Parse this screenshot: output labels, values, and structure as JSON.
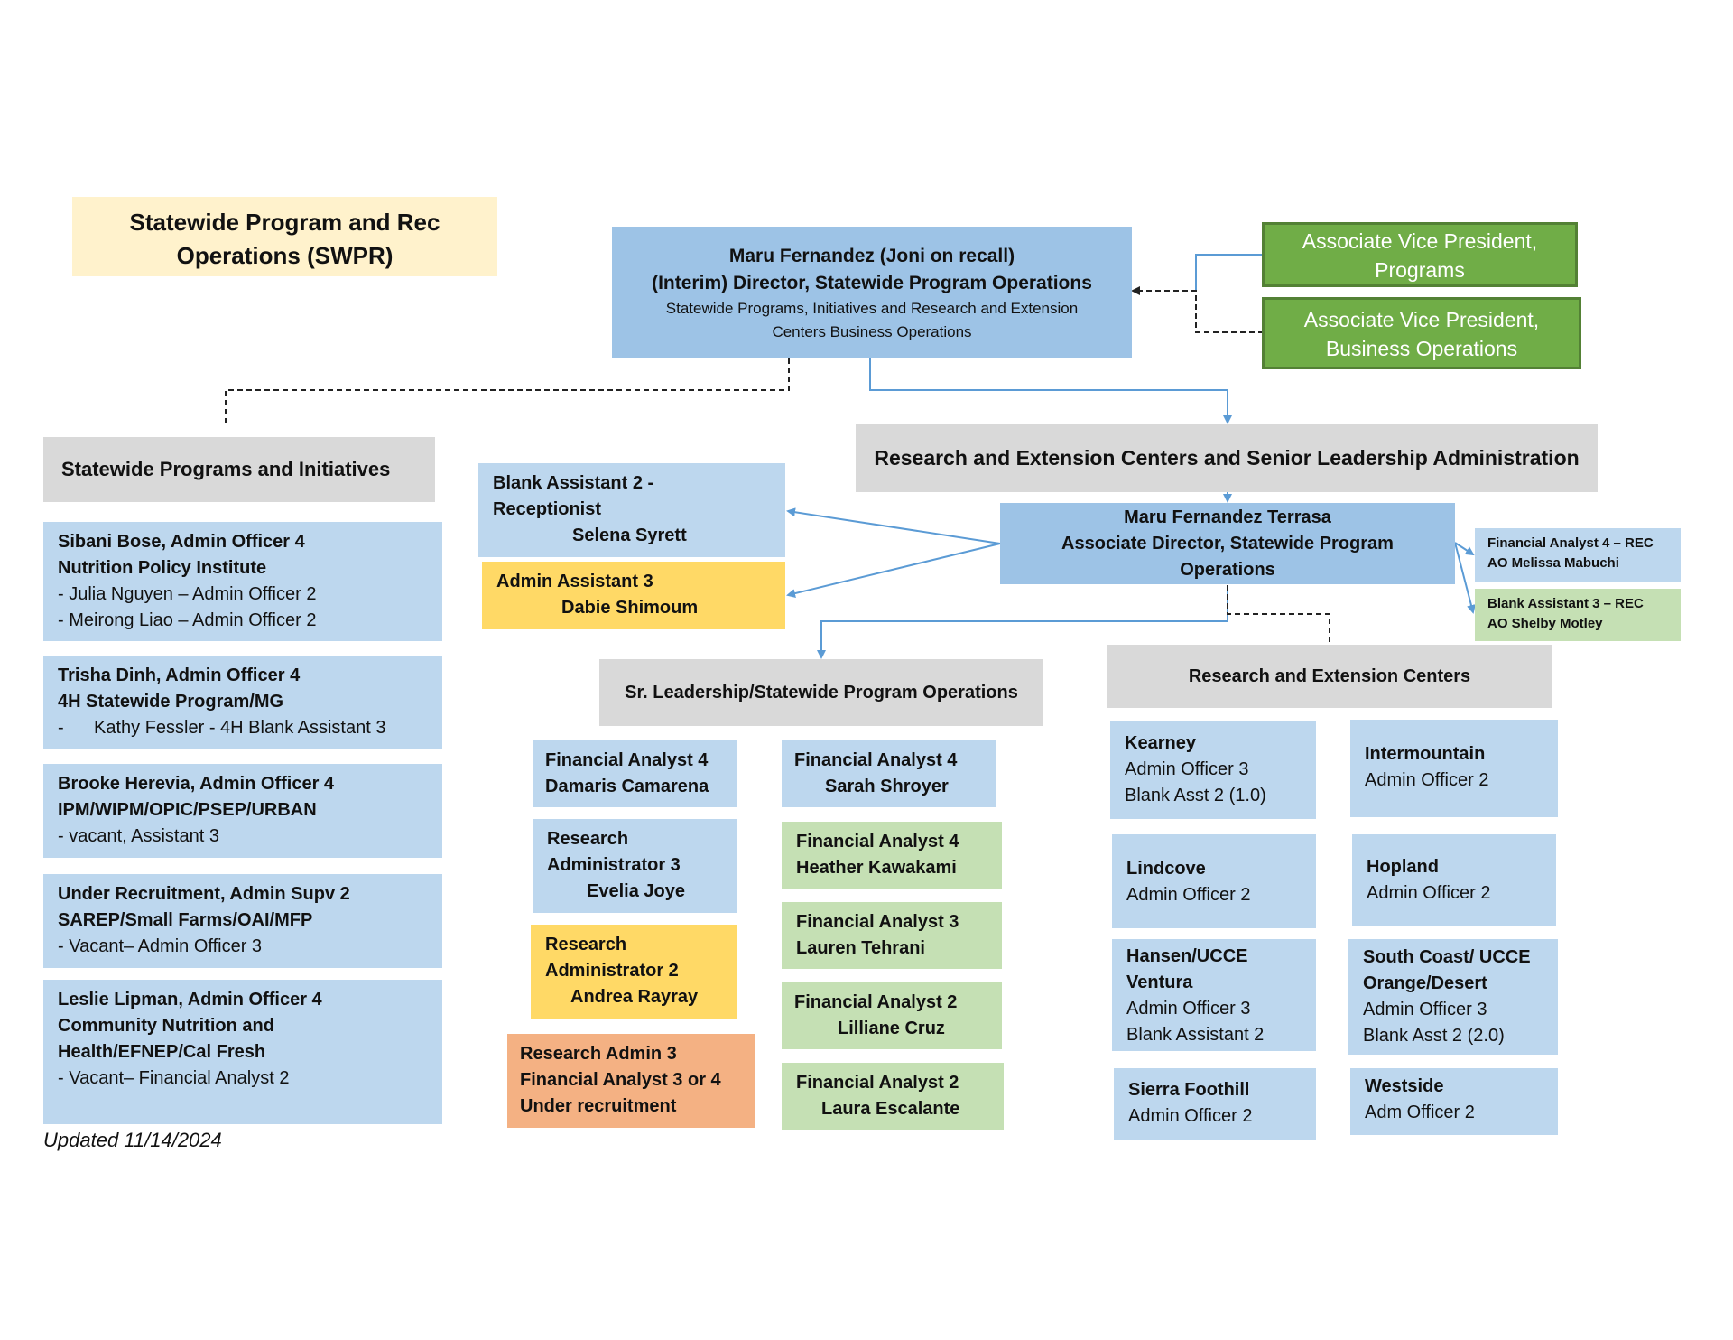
{
  "title": {
    "line1": "Statewide Program and Rec",
    "line2": "Operations (SWPR)"
  },
  "director": {
    "name": "Maru Fernandez (Joni on recall)",
    "role": "(Interim) Director, Statewide Program Operations",
    "desc1": "Statewide Programs, Initiatives and Research and Extension",
    "desc2": "Centers Business Operations"
  },
  "avp_programs": {
    "line1": "Associate Vice President,",
    "line2": "Programs"
  },
  "avp_business": {
    "line1": "Associate Vice President,",
    "line2": "Business Operations"
  },
  "statewide_header": "Statewide Programs and Initiatives",
  "rec_header": "Research and Extension Centers and Senior Leadership Administration",
  "receptionist": {
    "line1": "Blank Assistant 2 -",
    "line2": "Receptionist",
    "line3": "Selena Syrett"
  },
  "admin_asst": {
    "line1": "Admin Assistant 3",
    "line2": "Dabie Shimoum"
  },
  "assoc_director": {
    "line1": "Maru Fernandez Terrasa",
    "line2": "Associate Director, Statewide Program",
    "line3": "Operations"
  },
  "fa4_rec": {
    "line1": "Financial Analyst 4 – REC",
    "line2": "AO  Melissa Mabuchi"
  },
  "ba3_rec": {
    "line1": "Blank Assistant 3 – REC",
    "line2": "AO  Shelby Motley"
  },
  "sr_leadership_header": "Sr. Leadership/Statewide Program Operations",
  "rec_centers_header": "Research and Extension Centers",
  "programs": [
    {
      "l1": "Sibani Bose, Admin Officer 4",
      "l2": "Nutrition Policy Institute",
      "l3": "- Julia Nguyen – Admin Officer 2",
      "l4": "- Meirong Liao – Admin Officer 2"
    },
    {
      "l1": "Trisha Dinh, Admin Officer 4",
      "l2": "4H Statewide Program/MG",
      "l3": "-      Kathy Fessler - 4H Blank Assistant 3"
    },
    {
      "l1": "Brooke Herevia, Admin Officer 4",
      "l2": "IPM/WIPM/OPIC/PSEP/URBAN",
      "l3": "- vacant, Assistant 3"
    },
    {
      "l1": "Under Recruitment, Admin Supv 2",
      "l2": "SAREP/Small Farms/OAI/MFP",
      "l3": "- Vacant– Admin Officer 3"
    },
    {
      "l1": "Leslie Lipman, Admin Officer 4",
      "l2": "Community Nutrition and",
      "l3": "Health/EFNEP/Cal Fresh",
      "l4": "- Vacant– Financial Analyst 2"
    }
  ],
  "updated": "Updated 11/14/2024",
  "sr_left": [
    {
      "l1": "Financial Analyst 4",
      "l2": "Damaris Camarena"
    },
    {
      "l1": "Research",
      "l2": "Administrator 3",
      "l3": "Evelia Joye"
    },
    {
      "l1": "Research",
      "l2": "Administrator 2",
      "l3": "Andrea Rayray"
    },
    {
      "l1": "Research Admin 3",
      "l2": "Financial Analyst 3 or 4",
      "l3": "Under recruitment"
    }
  ],
  "sr_right": [
    {
      "l1": "Financial Analyst 4",
      "l2": "Sarah Shroyer"
    },
    {
      "l1": "Financial Analyst 4",
      "l2": "Heather Kawakami"
    },
    {
      "l1": "Financial Analyst 3",
      "l2": "Lauren Tehrani"
    },
    {
      "l1": "Financial Analyst 2",
      "l2": "Lilliane Cruz"
    },
    {
      "l1": "Financial Analyst 2",
      "l2": "Laura Escalante"
    }
  ],
  "centers": [
    {
      "name": "Kearney",
      "l2": "Admin Officer 3",
      "l3": "Blank Asst 2 (1.0)"
    },
    {
      "name": "Intermountain",
      "l2": "Admin Officer 2"
    },
    {
      "name": "Lindcove",
      "l2": "Admin Officer 2"
    },
    {
      "name": "Hopland",
      "l2": "Admin Officer 2"
    },
    {
      "name": "Hansen/UCCE",
      "name2": "Ventura",
      "l2": "Admin Officer 3",
      "l3": "Blank Assistant 2"
    },
    {
      "name": "South Coast/ UCCE",
      "name2": "Orange/Desert",
      "l2": "Admin Officer 3",
      "l3": "Blank Asst 2 (2.0)"
    },
    {
      "name": "Sierra Foothill",
      "l2": "Admin Officer 2"
    },
    {
      "name": "Westside",
      "l2": "Adm Officer 2"
    }
  ],
  "colors": {
    "blue": "#bdd7ee",
    "yellow": "#ffd966",
    "green": "#c5e0b4",
    "orange": "#f4b183",
    "gray": "#d9d9d9",
    "avp_green": "#70ad47",
    "connector": "#5b9bd5"
  }
}
